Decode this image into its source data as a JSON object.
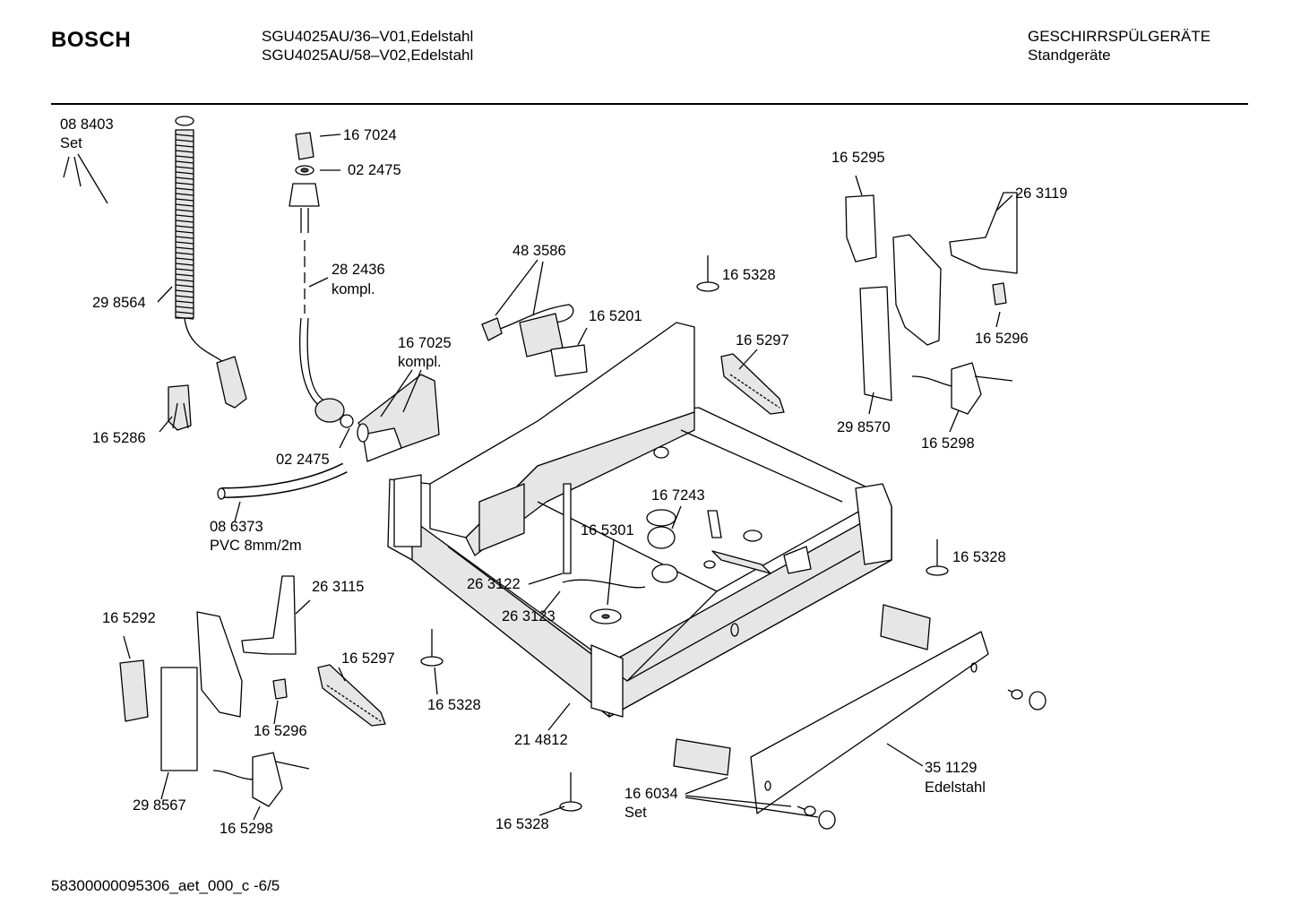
{
  "header": {
    "brand": "BOSCH",
    "model_line_1": "SGU4025AU/36–V01,Edelstahl",
    "model_line_2": "SGU4025AU/58–V02,Edelstahl",
    "category_line_1": "GESCHIRRSPÜLGERÄTE",
    "category_line_2": "Standgeräte"
  },
  "footer": {
    "document_code": "58300000095306_aet_000_c  -6/5"
  },
  "part_labels": {
    "p088403": "08 8403",
    "p088403_sub": "Set",
    "p298564": "29 8564",
    "p167024": "16 7024",
    "p022475_top": "02 2475",
    "p282436": "28 2436",
    "p282436_sub": "kompl.",
    "p483586": "48 3586",
    "p165328_a": "16 5328",
    "p165201": "16 5201",
    "p167025": "16 7025",
    "p167025_sub": "kompl.",
    "p165297_a": "16 5297",
    "p165286": "16 5286",
    "p022475_bottom": "02 2475",
    "p086373": "08 6373",
    "p086373_sub": "PVC 8mm/2m",
    "p165295": "16 5295",
    "p263119": "26 3119",
    "p165296_a": "16 5296",
    "p298570": "29 8570",
    "p165298_a": "16 5298",
    "p167243": "16 7243",
    "p165301": "16 5301",
    "p263122": "26 3122",
    "p263123": "26 3123",
    "p165328_b": "16 5328",
    "p263115": "26 3115",
    "p165292": "16 5292",
    "p165297_b": "16 5297",
    "p165328_c": "16 5328",
    "p165296_b": "16 5296",
    "p214812": "21 4812",
    "p298567": "29 8567",
    "p165298_b": "16 5298",
    "p351129": "35 1129",
    "p351129_sub": "Edelstahl",
    "p166034": "16 6034",
    "p166034_sub": "Set",
    "p165328_d": "16 5328"
  }
}
